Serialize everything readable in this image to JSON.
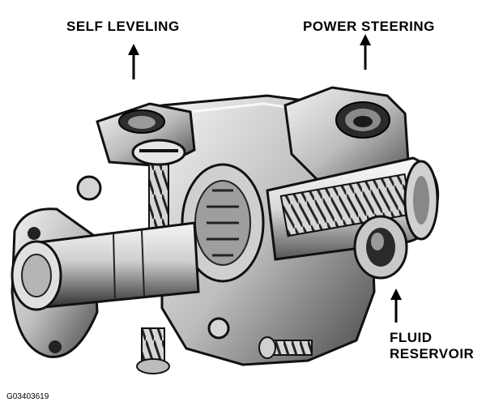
{
  "labels": {
    "self_leveling": "SELF LEVELING",
    "power_steering": "POWER  STEERING",
    "fluid": "FLUID",
    "reservoir": "RESERVOIR"
  },
  "figure_code": "G03403619",
  "colors": {
    "ink": "#000000",
    "metal_light": "#e8e8e8",
    "metal_mid": "#a8a8a8",
    "metal_dark": "#3a3a3a",
    "background": "#ffffff"
  }
}
